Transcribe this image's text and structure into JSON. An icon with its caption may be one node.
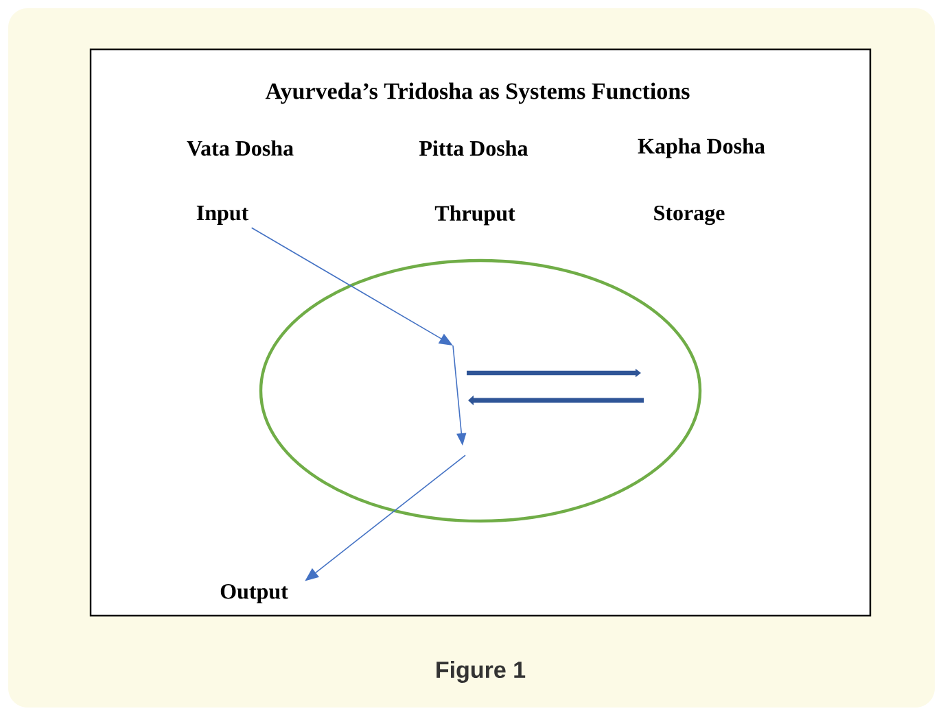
{
  "diagram": {
    "title": "Ayurveda’s Tridosha as Systems Functions",
    "caption": "Figure 1",
    "nodes": [
      {
        "text": [
          "Input"
        ]
      },
      {
        "text": [
          "Output"
        ]
      },
      {
        "text": [],
        "shape": "ellipse"
      }
    ],
    "edges": [
      {
        "from": 0,
        "to": 2,
        "arrow": "to"
      },
      {
        "from": 2,
        "to": 1,
        "arrow": "to"
      }
    ],
    "labels": [
      "Vata Dosha",
      "Pitta Dosha",
      "Kapha Dosha",
      "Thruput",
      "Storage"
    ]
  }
}
